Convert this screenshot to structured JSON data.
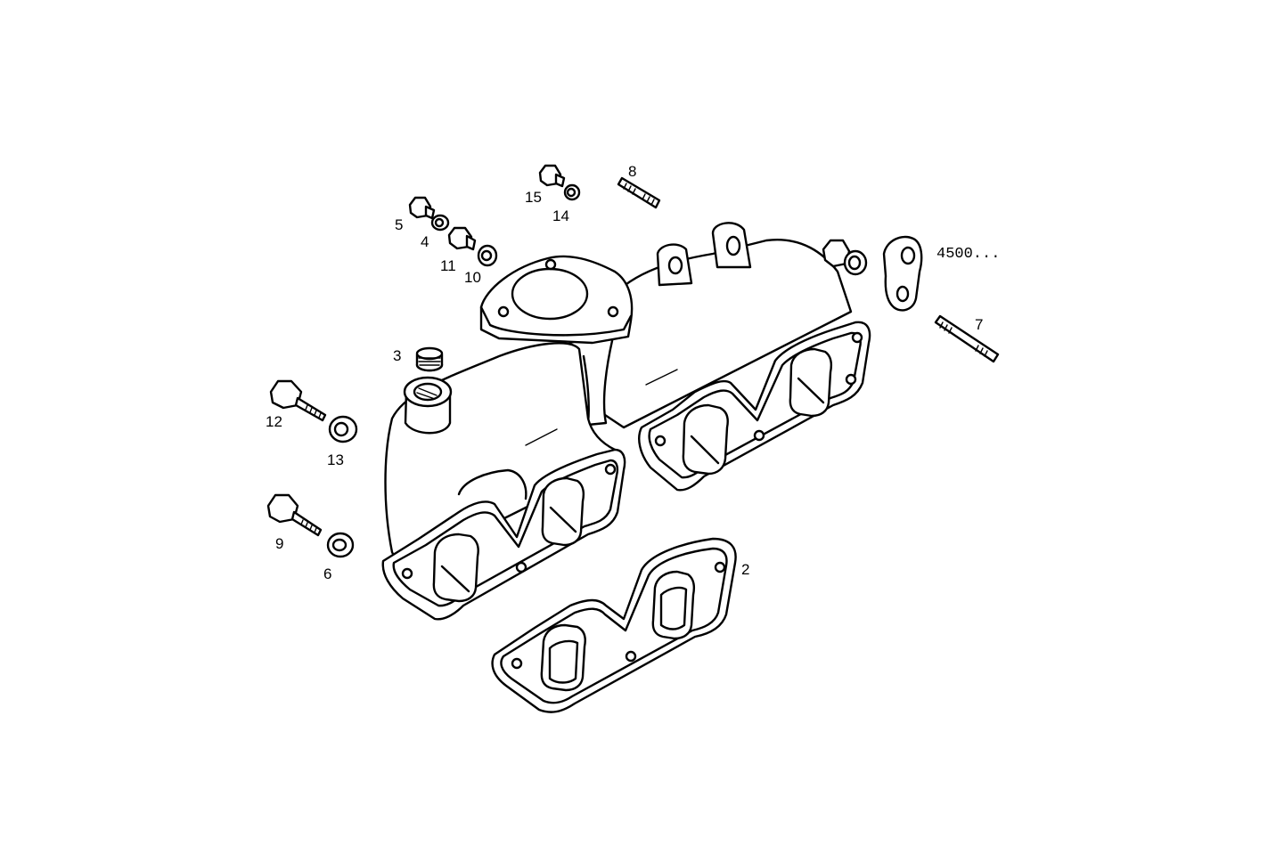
{
  "diagram": {
    "type": "exploded parts diagram",
    "labels": {
      "p2": "2",
      "p3": "3",
      "p4": "4",
      "p5": "5",
      "p6": "6",
      "p7": "7",
      "p8": "8",
      "p9": "9",
      "p10": "10",
      "p11": "11",
      "p12": "12",
      "p13": "13",
      "p14": "14",
      "p15": "15",
      "p4500": "4500..."
    }
  }
}
